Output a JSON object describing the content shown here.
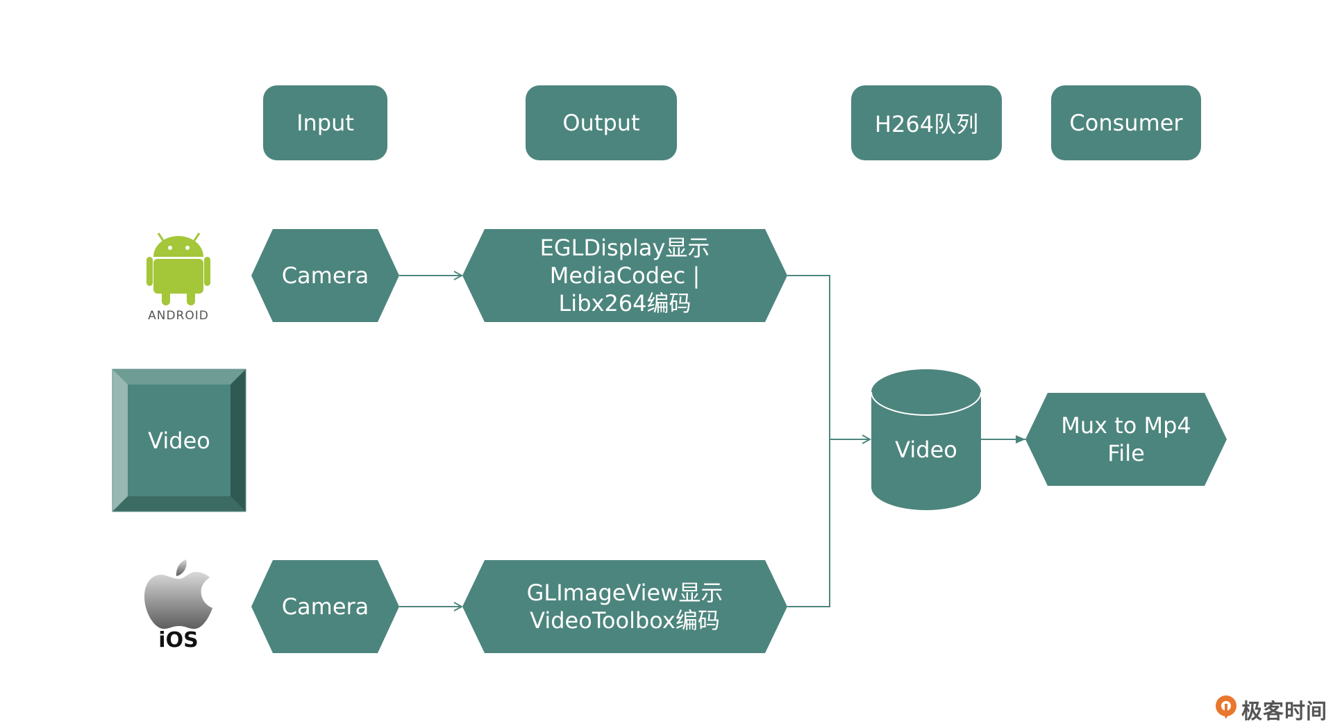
{
  "headers": [
    {
      "label": "Input"
    },
    {
      "label": "Output"
    },
    {
      "label": "H264队列"
    },
    {
      "label": "Consumer"
    }
  ],
  "platforms": {
    "android": {
      "label": "android"
    },
    "video_source": {
      "label": "Video"
    },
    "ios": {
      "label": "iOS"
    }
  },
  "android_row": {
    "camera": "Camera",
    "encoder_lines": [
      "EGLDisplay显示",
      "MediaCodec |",
      "Libx264编码"
    ]
  },
  "ios_row": {
    "camera": "Camera",
    "encoder_lines": [
      "GLImageView显示",
      "VideoToolbox编码"
    ]
  },
  "queue": {
    "label": "Video"
  },
  "consumer": {
    "lines": [
      "Mux to Mp4",
      "File"
    ]
  },
  "brand": {
    "name": "极客时间"
  },
  "colors": {
    "node": "#4c857d",
    "android_green": "#a4c639",
    "brand_orange": "#e8772e"
  }
}
